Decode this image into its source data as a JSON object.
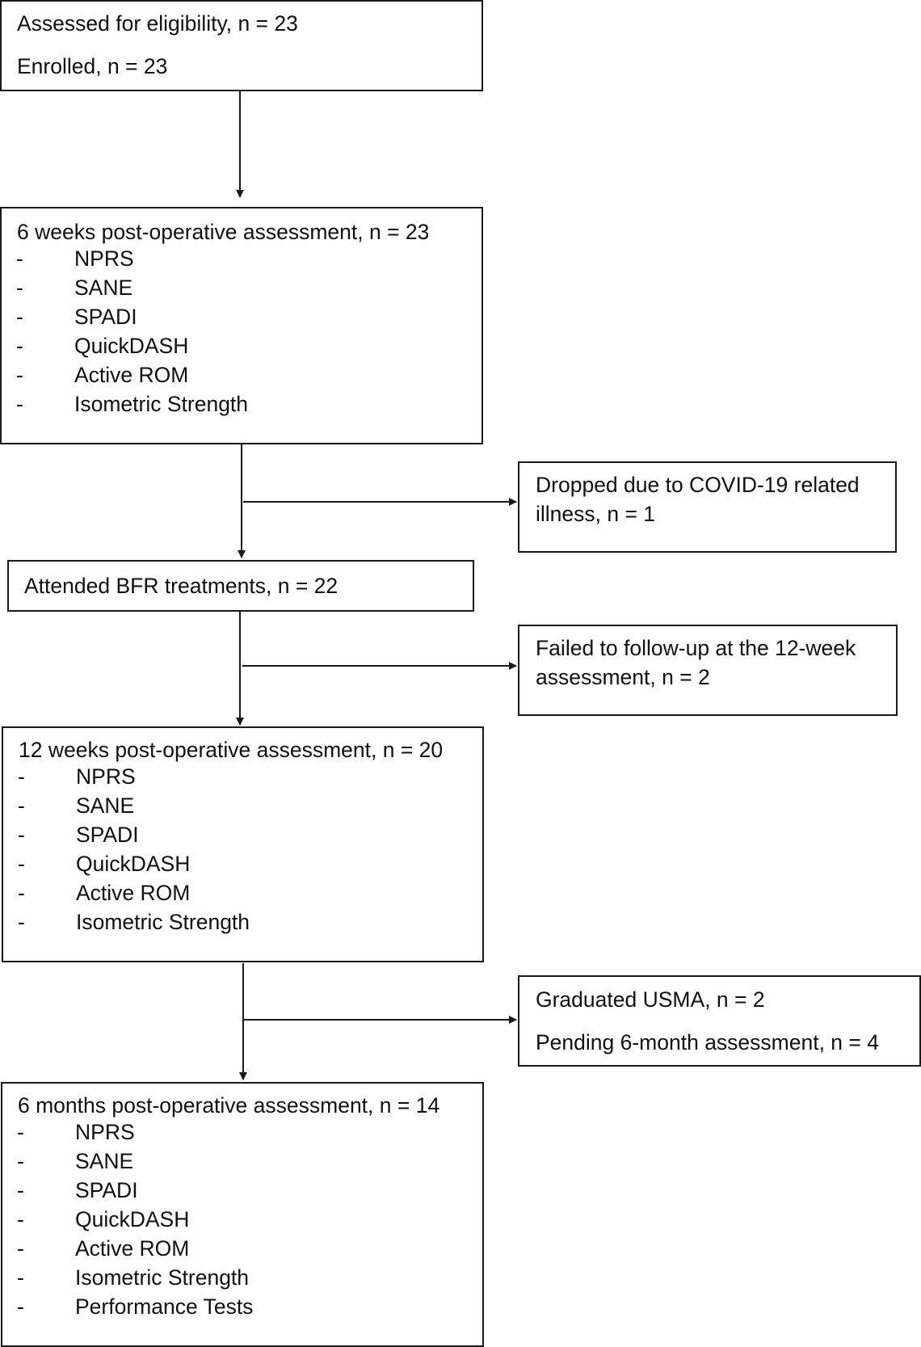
{
  "nodes": {
    "eligibility": {
      "assessed": "Assessed for eligibility, n = 23",
      "enrolled": "Enrolled, n = 23"
    },
    "week6": {
      "title": "6 weeks post-operative assessment, n = 23",
      "items": [
        "NPRS",
        "SANE",
        "SPADI",
        "QuickDASH",
        "Active ROM",
        "Isometric Strength"
      ]
    },
    "dropped_covid": {
      "line1": "Dropped due to COVID-19 related",
      "line2": "illness, n = 1"
    },
    "bfr": {
      "text": "Attended BFR treatments, n = 22"
    },
    "failed_followup": {
      "line1": "Failed to follow-up at the 12-week",
      "line2": "assessment, n = 2"
    },
    "week12": {
      "title": "12 weeks post-operative assessment, n = 20",
      "items": [
        "NPRS",
        "SANE",
        "SPADI",
        "QuickDASH",
        "Active ROM",
        "Isometric Strength"
      ]
    },
    "graduated": {
      "graduated": "Graduated USMA, n = 2",
      "pending": "Pending 6-month assessment, n = 4"
    },
    "month6": {
      "title": "6 months post-operative assessment, n = 14",
      "items": [
        "NPRS",
        "SANE",
        "SPADI",
        "QuickDASH",
        "Active ROM",
        "Isometric Strength",
        "Performance Tests"
      ]
    }
  },
  "list_marker": "-"
}
